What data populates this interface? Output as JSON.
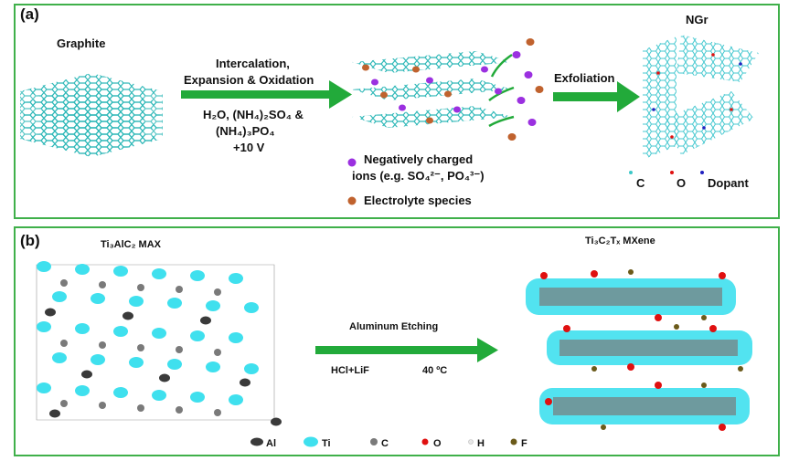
{
  "panel_a": {
    "tag": "(a)",
    "graphite_label": "Graphite",
    "step1_title_1": "Intercalation,",
    "step1_title_2": "Expansion & Oxidation",
    "step1_cond_1": "H₂O, (NH₄)₂SO₄ &",
    "step1_cond_2": "(NH₄)₃PO₄",
    "step1_cond_3": "+10 V",
    "legend_ions_1": "Negatively charged",
    "legend_ions_2": "ions (e.g. SO₄²⁻, PO₄³⁻)",
    "legend_electrolyte": "Electrolyte species",
    "step2_title": "Exfoliation",
    "product_label": "NGr",
    "atom_legend": [
      "C",
      "O",
      "Dopant"
    ]
  },
  "panel_b": {
    "tag": "(b)",
    "max_label": "Ti₃AlC₂ MAX",
    "mxene_label": "Ti₃C₂Tₓ MXene",
    "step_title": "Aluminum Etching",
    "cond_reagent": "HCl+LiF",
    "cond_temp": "40 ºC",
    "atom_legend": [
      "Al",
      "Ti",
      "C",
      "O",
      "H",
      "F"
    ]
  },
  "colors": {
    "frame": "#3fb04a",
    "arrow": "#22aa3a",
    "graphite": "#3cc8c8",
    "ion": "#9b30e0",
    "electrolyte": "#c0622e",
    "ti": "#3fe0ee",
    "al": "#3a3a3a",
    "c": "#7a7a7a",
    "o": "#e01010",
    "h": "#e8e8e8",
    "f": "#6b5a1a",
    "dopant": "#2020c0"
  }
}
